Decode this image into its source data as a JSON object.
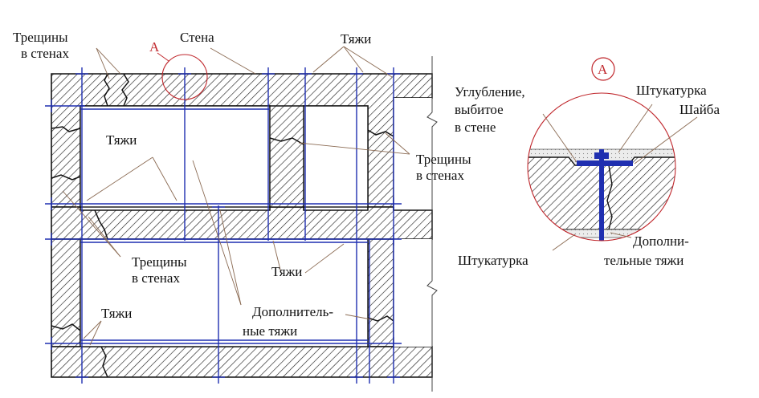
{
  "labels": {
    "cracks": [
      "Трещины",
      "в стенах"
    ],
    "wall": "Стена",
    "ties": "Тяжи",
    "extra_ties_split": [
      "Дополнитель-",
      "ные тяжи"
    ],
    "section_marker": "А",
    "detail_marker": "А",
    "recess": [
      "Углубление,",
      "выбитое",
      "в стене"
    ],
    "plaster": "Штукатурка",
    "washer": "Шайба",
    "extra_ties_detail": [
      "Дополни-",
      "тельные тяжи"
    ]
  },
  "colors": {
    "ties": "#1f2fb0",
    "hatch": "#222222",
    "marker": "#c0282d",
    "leader": "#8a6a52",
    "plaster": "#e6e6e6"
  }
}
